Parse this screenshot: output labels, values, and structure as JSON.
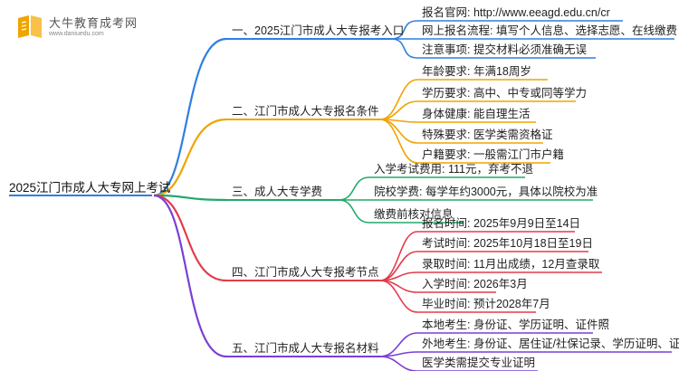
{
  "logo": {
    "brand_name": "大牛教育成考网",
    "brand_url": "www.daniuedu.com"
  },
  "colors": {
    "blue": "#2f7fe0",
    "orange": "#f0a400",
    "green": "#22a86a",
    "red": "#e23c4b",
    "purple": "#7a3fd6"
  },
  "root": "2025江门市成人大专网上考试",
  "branches": [
    {
      "id": "entry",
      "color": "blue",
      "label": "一、2025江门市成人大专报考入口",
      "leaves": [
        "报名官网: http://www.eeagd.edu.cn/cr",
        "网上报名流程: 填写个人信息、选择志愿、在线缴费",
        "注意事项: 提交材料必须准确无误"
      ]
    },
    {
      "id": "conditions",
      "color": "orange",
      "label": "二、江门市成人大专报名条件",
      "leaves": [
        "年龄要求: 年满18周岁",
        "学历要求: 高中、中专或同等学力",
        "身体健康: 能自理生活",
        "特殊要求: 医学类需资格证",
        "户籍要求: 一般需江门市户籍"
      ]
    },
    {
      "id": "fees",
      "color": "green",
      "label": "三、成人大专学费",
      "leaves": [
        "入学考试费用: 111元，弃考不退",
        "院校学费: 每学年约3000元，具体以院校为准",
        "缴费前核对信息"
      ]
    },
    {
      "id": "dates",
      "color": "red",
      "label": "四、江门市成人大专报考节点",
      "leaves": [
        "报名时间: 2025年9月9日至14日",
        "考试时间: 2025年10月18日至19日",
        "录取时间: 11月出成绩，12月查录取",
        "入学时间: 2026年3月",
        "毕业时间: 预计2028年7月"
      ]
    },
    {
      "id": "materials",
      "color": "purple",
      "label": "五、江门市成人大专报名材料",
      "leaves": [
        "本地考生: 身份证、学历证明、证件照",
        "外地考生: 身份证、居住证/社保记录、学历证明、证件照",
        "医学类需提交专业证明"
      ]
    }
  ]
}
